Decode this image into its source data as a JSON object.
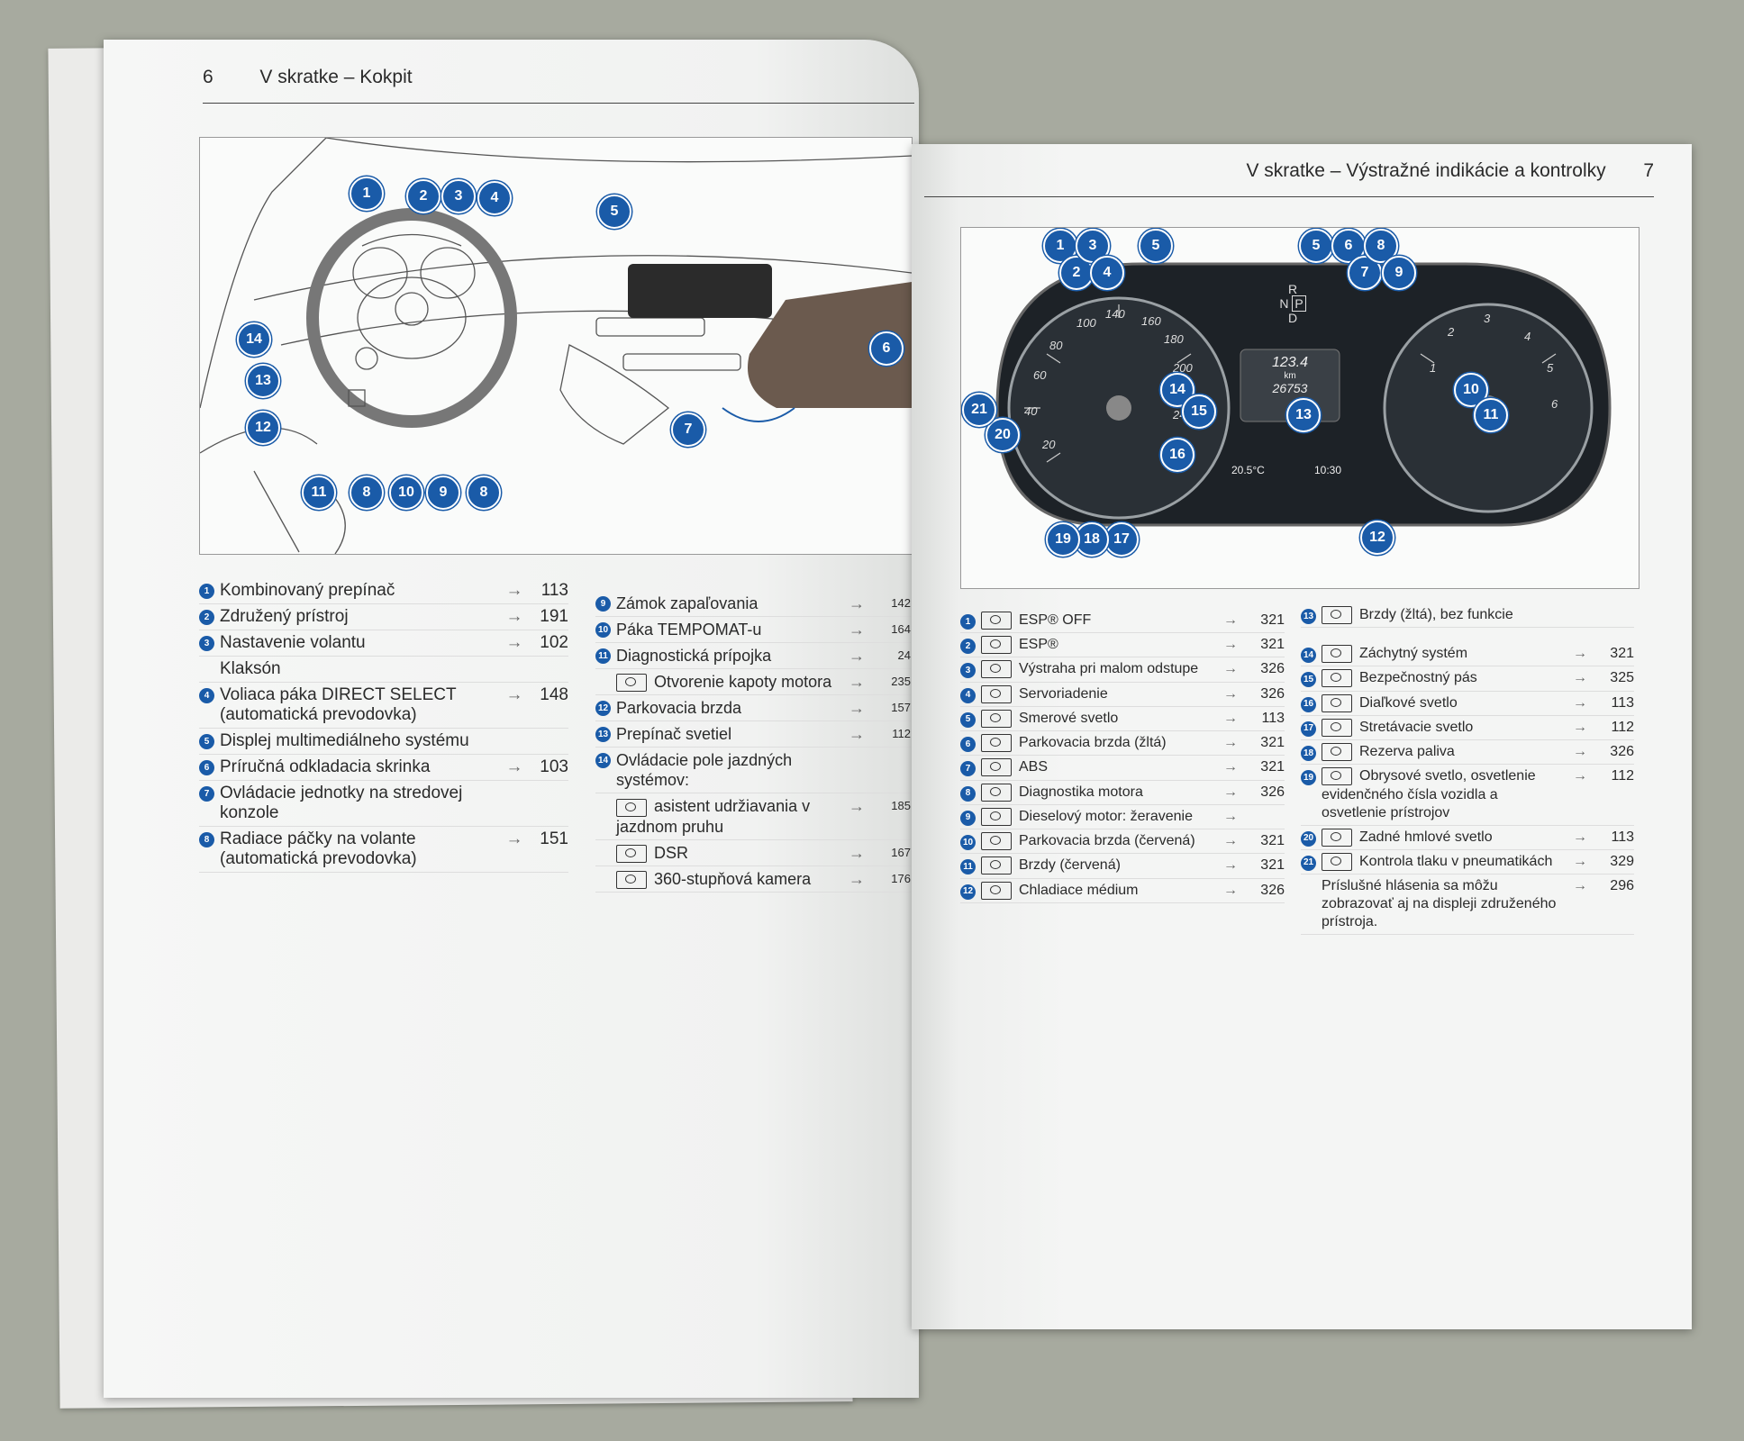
{
  "left_page": {
    "header": {
      "page_number": "6",
      "title": "V skratke – Kokpit"
    },
    "figure_callouts": [
      "1",
      "2",
      "3",
      "4",
      "5",
      "6",
      "7",
      "14",
      "13",
      "12",
      "11",
      "8",
      "10",
      "9",
      "8"
    ],
    "col1": [
      {
        "num": "1",
        "label": "Kombinovaný prepínač",
        "arrow": "→",
        "page": "113"
      },
      {
        "num": "2",
        "label": "Združený prístroj",
        "arrow": "→",
        "page": "191"
      },
      {
        "num": "3",
        "label": "Nastavenie volantu",
        "arrow": "→",
        "page": "102"
      },
      {
        "num": "",
        "label": "Klaksón",
        "arrow": "",
        "page": ""
      },
      {
        "num": "4",
        "label": "Voliaca páka DIRECT SELECT (automatická prevodovka)",
        "arrow": "→",
        "page": "148"
      },
      {
        "num": "5",
        "label": "Displej multimediálneho systému",
        "arrow": "",
        "page": ""
      },
      {
        "num": "6",
        "label": "Príručná odkladacia skrinka",
        "arrow": "→",
        "page": "103"
      },
      {
        "num": "7",
        "label": "Ovládacie jednotky na stredovej konzole",
        "arrow": "",
        "page": ""
      },
      {
        "num": "8",
        "label": "Radiace páčky na volante (automatická prevodovka)",
        "arrow": "→",
        "page": "151"
      }
    ],
    "col2": [
      {
        "num": "9",
        "label": "Zámok zapaľovania",
        "arrow": "→",
        "page": "142"
      },
      {
        "num": "10",
        "label": "Páka TEMPOMAT-u",
        "arrow": "→",
        "page": "164"
      },
      {
        "num": "11",
        "label": "Diagnostická prípojka",
        "arrow": "→",
        "page": "24"
      },
      {
        "num": "",
        "label": "Otvorenie kapoty motora",
        "arrow": "→",
        "page": "235"
      },
      {
        "num": "12",
        "label": "Parkovacia brzda",
        "arrow": "→",
        "page": "157"
      },
      {
        "num": "13",
        "label": "Prepínač svetiel",
        "arrow": "→",
        "page": "112"
      },
      {
        "num": "14",
        "label": "Ovládacie pole jazdných systémov:",
        "arrow": "",
        "page": ""
      },
      {
        "num": "",
        "label": "asistent udržiavania v jazdnom pruhu",
        "arrow": "→",
        "page": "185"
      },
      {
        "num": "",
        "label": "DSR",
        "arrow": "→",
        "page": "167"
      },
      {
        "num": "",
        "label": "360-stupňová kamera",
        "arrow": "→",
        "page": "176"
      }
    ]
  },
  "right_page": {
    "header": {
      "page_number": "7",
      "title": "V skratke – Výstražné indikácie a kontrolky"
    },
    "cluster": {
      "gear_r": "R",
      "gear_n": "N",
      "gear_p": "P",
      "gear_d": "D",
      "odo": "123.4",
      "odo_unit": "km",
      "total": "26753",
      "temp": "20.5°C",
      "time": "10:30"
    },
    "col1": [
      {
        "num": "1",
        "label": "ESP® OFF",
        "arrow": "→",
        "page": "321"
      },
      {
        "num": "2",
        "label": "ESP®",
        "arrow": "→",
        "page": "321"
      },
      {
        "num": "3",
        "label": "Výstraha pri malom odstupe",
        "arrow": "→",
        "page": "326"
      },
      {
        "num": "4",
        "label": "Servoriadenie",
        "arrow": "→",
        "page": "326"
      },
      {
        "num": "5",
        "label": "Smerové svetlo",
        "arrow": "→",
        "page": "113"
      },
      {
        "num": "6",
        "label": "Parkovacia brzda (žltá)",
        "arrow": "→",
        "page": "321"
      },
      {
        "num": "7",
        "label": "ABS",
        "arrow": "→",
        "page": "321"
      },
      {
        "num": "8",
        "label": "Diagnostika motora",
        "arrow": "→",
        "page": "326"
      },
      {
        "num": "9",
        "label": "Dieselový motor: žeravenie",
        "arrow": "→",
        "page": ""
      },
      {
        "num": "10",
        "label": "Parkovacia brzda (červená)",
        "arrow": "→",
        "page": "321"
      },
      {
        "num": "11",
        "label": "Brzdy (červená)",
        "arrow": "→",
        "page": "321"
      },
      {
        "num": "12",
        "label": "Chladiace médium",
        "arrow": "→",
        "page": "326"
      }
    ],
    "col2": [
      {
        "num": "13",
        "label": "Brzdy (žltá), bez funkcie",
        "arrow": "",
        "page": ""
      },
      {
        "num": "14",
        "label": "Záchytný systém",
        "arrow": "→",
        "page": "321"
      },
      {
        "num": "15",
        "label": "Bezpečnostný pás",
        "arrow": "→",
        "page": "325"
      },
      {
        "num": "16",
        "label": "Diaľkové svetlo",
        "arrow": "→",
        "page": "113"
      },
      {
        "num": "17",
        "label": "Stretávacie svetlo",
        "arrow": "→",
        "page": "112"
      },
      {
        "num": "18",
        "label": "Rezerva paliva",
        "arrow": "→",
        "page": "326"
      },
      {
        "num": "19",
        "label": "Obrysové svetlo, osvetlenie evidenčného čísla vozidla a osvetlenie prístrojov",
        "arrow": "→",
        "page": "112"
      },
      {
        "num": "20",
        "label": "Zadné hmlové svetlo",
        "arrow": "→",
        "page": "113"
      },
      {
        "num": "21",
        "label": "Kontrola tlaku v pneumatikách",
        "arrow": "→",
        "page": "329"
      },
      {
        "num": "",
        "label": "Príslušné hlásenia sa môžu zobrazovať aj na displeji združeného prístroja.",
        "arrow": "→",
        "page": "296"
      }
    ]
  }
}
